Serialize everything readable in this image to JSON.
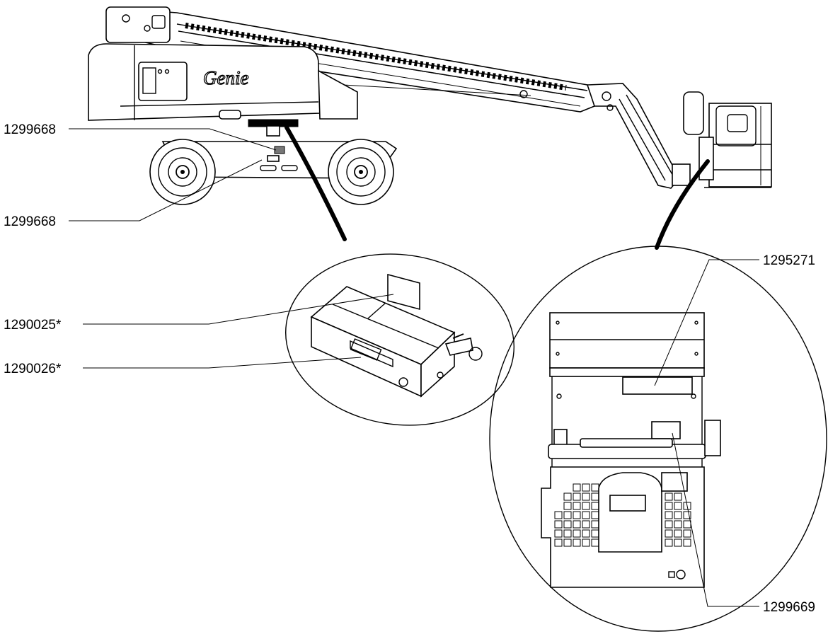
{
  "brand": {
    "logo_text": "Genie"
  },
  "callouts": [
    {
      "id": "base-decal-1",
      "text": "1299668"
    },
    {
      "id": "base-decal-2",
      "text": "1299668"
    },
    {
      "id": "tray-decal-top",
      "text": "1290025*"
    },
    {
      "id": "tray-decal-side",
      "text": "1290026*"
    },
    {
      "id": "platform-decal-top",
      "text": "1295271"
    },
    {
      "id": "platform-decal-bottom",
      "text": "1299669"
    }
  ]
}
